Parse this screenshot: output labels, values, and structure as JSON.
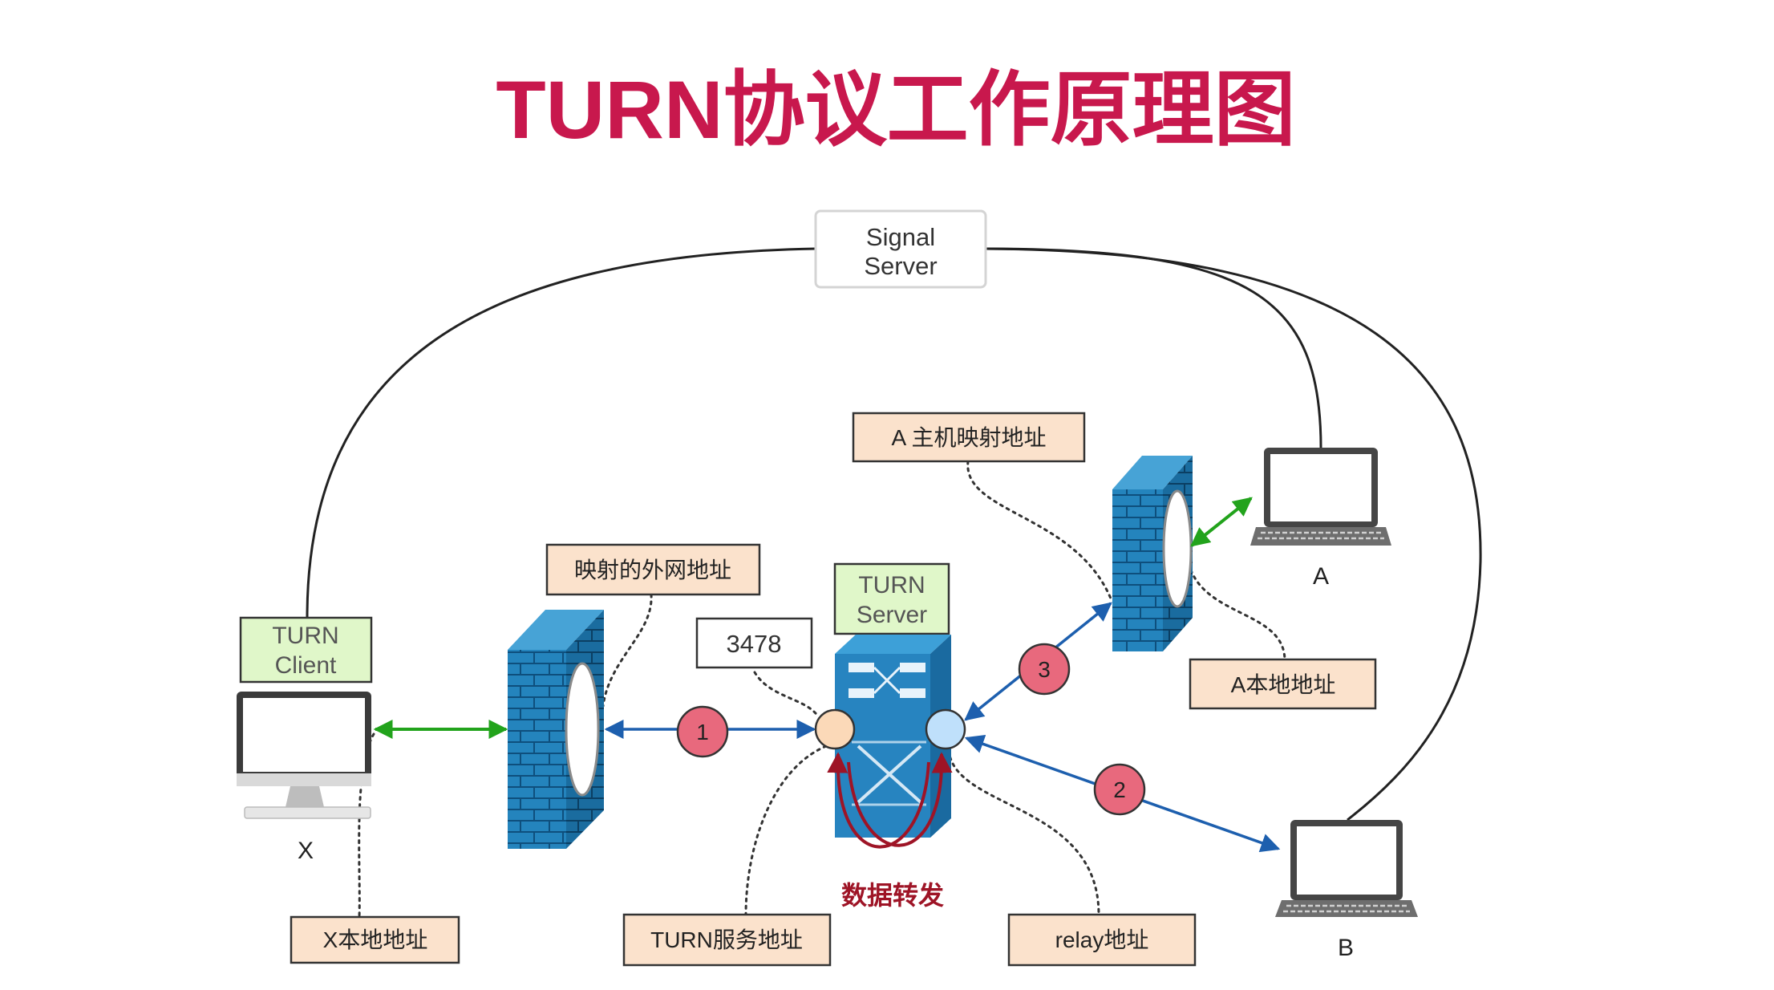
{
  "title": "TURN协议工作原理图",
  "signal_server": [
    "Signal",
    "Server"
  ],
  "turn_client": [
    "TURN",
    "Client"
  ],
  "turn_server": [
    "TURN",
    "Server"
  ],
  "port": "3478",
  "hosts": {
    "x": "X",
    "a": "A",
    "b": "B"
  },
  "annotations": {
    "mapped_external_addr": "映射的外网地址",
    "a_host_mapped_addr": "A 主机映射地址",
    "a_local_addr": "A本地地址",
    "x_local_addr": "X本地地址",
    "turn_service_addr": "TURN服务地址",
    "relay_addr": "relay地址"
  },
  "relay_forwarding": "数据转发",
  "steps": {
    "client_to_server": "1",
    "server_to_b": "2",
    "server_to_a": "3"
  },
  "icons": {
    "host_x": "desktop-monitor-icon",
    "host_a": "laptop-icon",
    "host_b": "laptop-icon",
    "nat_x": "firewall-icon",
    "nat_a": "firewall-icon",
    "turn_server": "server-switch-icon"
  },
  "colors": {
    "title": "#c8184d",
    "annotation_fill": "#fbe2cc",
    "role_fill": "#e0f7c9",
    "blue_arrow": "#1d5fae",
    "green_arrow": "#22a31c",
    "relay_arrow": "#9e1426",
    "step_circle": "#e8697d",
    "firewall": "#2484bd"
  }
}
